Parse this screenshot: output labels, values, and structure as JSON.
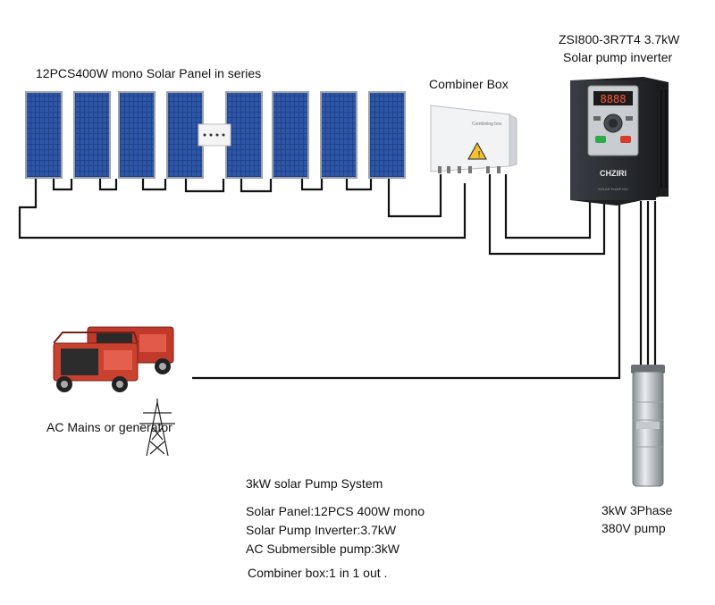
{
  "panels_label": "12PCS400W mono Solar Panel in series",
  "combiner_label": "Combiner Box",
  "inverter_label": {
    "line1": "ZSI800-3R7T4  3.7kW",
    "line2": "Solar pump inverter"
  },
  "inverter_display": "8888",
  "inverter_brand": "CHZIRI",
  "inverter_small_text": "SOLAR PUMP INV",
  "combiner_box_text": "Combining box",
  "ac_label": "AC Mains or generator",
  "pump_label": {
    "line1": "3kW  3Phase",
    "line2": "380V pump"
  },
  "system": {
    "title": "3kW solar Pump System",
    "lines": [
      "Solar Panel:12PCS 400W mono",
      "Solar Pump Inverter:3.7kW",
      "AC Submersible pump:3kW",
      "Combiner box:1 in 1 out ."
    ]
  },
  "colors": {
    "panel_cell": "#1f3f80",
    "panel_frame": "#9aa3ad",
    "wire": "#111111",
    "inverter_body": "#2b2e33",
    "generator": "#c0392b"
  }
}
